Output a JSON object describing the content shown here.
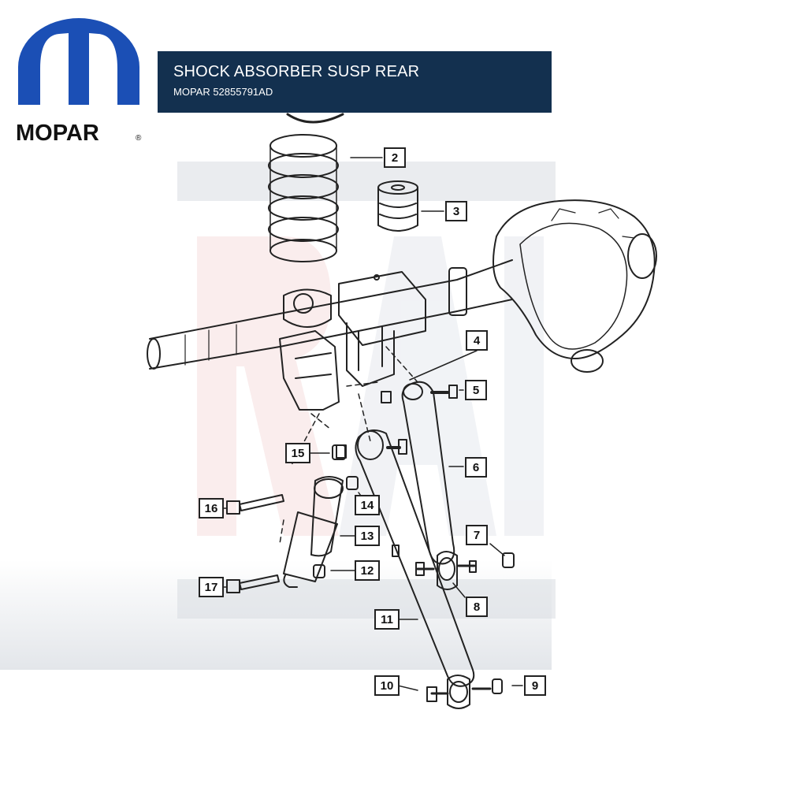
{
  "brand": {
    "name": "MOPAR",
    "registered": "®",
    "color": "#1b4fb5"
  },
  "banner": {
    "title": "SHOCK ABSORBER SUSP REAR",
    "subtitle": "MOPAR 52855791AD",
    "bg_color": "#13304f"
  },
  "watermark": {
    "text": "RAM"
  },
  "callouts": [
    {
      "id": "2",
      "label": "2"
    },
    {
      "id": "3",
      "label": "3"
    },
    {
      "id": "4",
      "label": "4"
    },
    {
      "id": "5",
      "label": "5"
    },
    {
      "id": "6",
      "label": "6"
    },
    {
      "id": "7",
      "label": "7"
    },
    {
      "id": "8",
      "label": "8"
    },
    {
      "id": "9",
      "label": "9"
    },
    {
      "id": "10",
      "label": "10"
    },
    {
      "id": "11",
      "label": "11"
    },
    {
      "id": "12",
      "label": "12"
    },
    {
      "id": "13",
      "label": "13"
    },
    {
      "id": "14",
      "label": "14"
    },
    {
      "id": "15",
      "label": "15"
    },
    {
      "id": "16",
      "label": "16"
    },
    {
      "id": "17",
      "label": "17"
    }
  ]
}
